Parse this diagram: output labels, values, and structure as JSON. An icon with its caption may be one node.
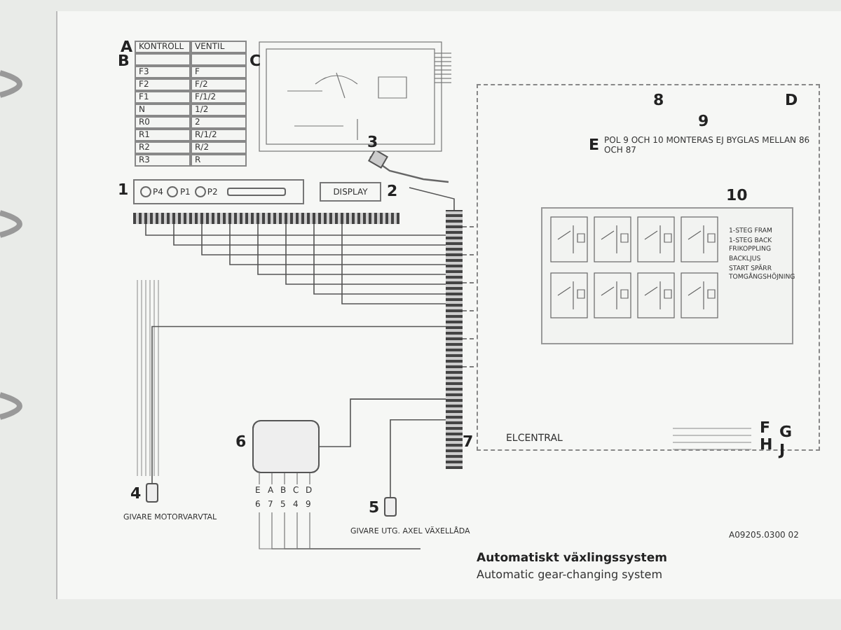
{
  "diagram": {
    "title": "Automatiskt växlingssystem",
    "caption": "Automatic gear-changing system",
    "nodes": [
      {
        "text": [
          "P4",
          "P1",
          "P2"
        ],
        "beside": [
          "1"
        ]
      },
      {
        "text": [
          "DISPLAY"
        ],
        "beside": [
          "2"
        ]
      },
      {
        "text": [],
        "shape": "picture",
        "beside": [
          "3"
        ]
      },
      {
        "text": [],
        "shape": "box",
        "beside": [
          "4",
          "GIVARE MOTORVARVTAL"
        ]
      },
      {
        "text": [],
        "shape": "box",
        "beside": [
          "5",
          "GIVARE UTG. AXEL VÄXELLÅDA"
        ]
      },
      {
        "text": [],
        "shape": "box",
        "beside": [
          "6"
        ]
      },
      {
        "text": [
          "ELCENTRAL"
        ],
        "beside": [
          "7"
        ]
      },
      {
        "text": [
          "1-STEG FRAM",
          "1-STEG BACK",
          "FRIKOPPLING",
          "BACKLJUS",
          "START SPÄRR",
          "TOMGÅNGSHÖJNING"
        ],
        "in": 6,
        "beside": [
          "10"
        ]
      },
      {
        "text": [
          "POL 9 OCH 10 MONTERAS EJ BYGLAS MELLAN 86 OCH 87"
        ],
        "in": 6,
        "beside": [
          "E"
        ]
      },
      {
        "text": [],
        "shape": "bar"
      },
      {
        "text": [],
        "shape": "bar"
      }
    ],
    "edges": [
      {
        "from": 10,
        "to": 9,
        "arrow": "none"
      },
      {
        "from": 10,
        "to": 9,
        "arrow": "none"
      },
      {
        "from": 10,
        "to": 9,
        "arrow": "none"
      },
      {
        "from": 10,
        "to": 9,
        "arrow": "none"
      },
      {
        "from": 10,
        "to": 9,
        "arrow": "none"
      },
      {
        "from": 10,
        "to": 9,
        "arrow": "none"
      },
      {
        "from": 10,
        "to": 9,
        "arrow": "none"
      },
      {
        "from": 10,
        "to": 9,
        "arrow": "none"
      },
      {
        "from": 2,
        "to": 9,
        "arrow": "none"
      },
      {
        "from": 3,
        "to": 9,
        "arrow": "none"
      },
      {
        "from": 4,
        "to": 9,
        "arrow": "none"
      },
      {
        "from": 5,
        "to": 9,
        "arrow": "none"
      },
      {
        "from": 9,
        "to": 6,
        "arrow": "none",
        "style": "dashed"
      },
      {
        "from": 9,
        "to": 6,
        "arrow": "none",
        "style": "dashed"
      },
      {
        "from": 9,
        "to": 6,
        "arrow": "none",
        "style": "dashed"
      },
      {
        "from": 9,
        "to": 6,
        "arrow": "none",
        "style": "dashed"
      },
      {
        "from": 9,
        "to": 6,
        "arrow": "none",
        "style": "dashed"
      },
      {
        "from": 9,
        "to": 6,
        "arrow": "none",
        "style": "dashed"
      }
    ],
    "labels": [
      "A",
      "KONTROLL",
      "VENTIL",
      "B",
      "C",
      "F3",
      "F",
      "F2",
      "F/2",
      "F1",
      "F/1/2",
      "N",
      "1/2",
      "R0",
      "2",
      "R1",
      "R/1/2",
      "R2",
      "R/2",
      "R3",
      "R",
      "8",
      "D",
      "9",
      "F",
      "G",
      "H",
      "J",
      "E",
      "A",
      "B",
      "C",
      "D",
      "6",
      "7",
      "5",
      "4",
      "9",
      "A09205.0300 02"
    ]
  }
}
